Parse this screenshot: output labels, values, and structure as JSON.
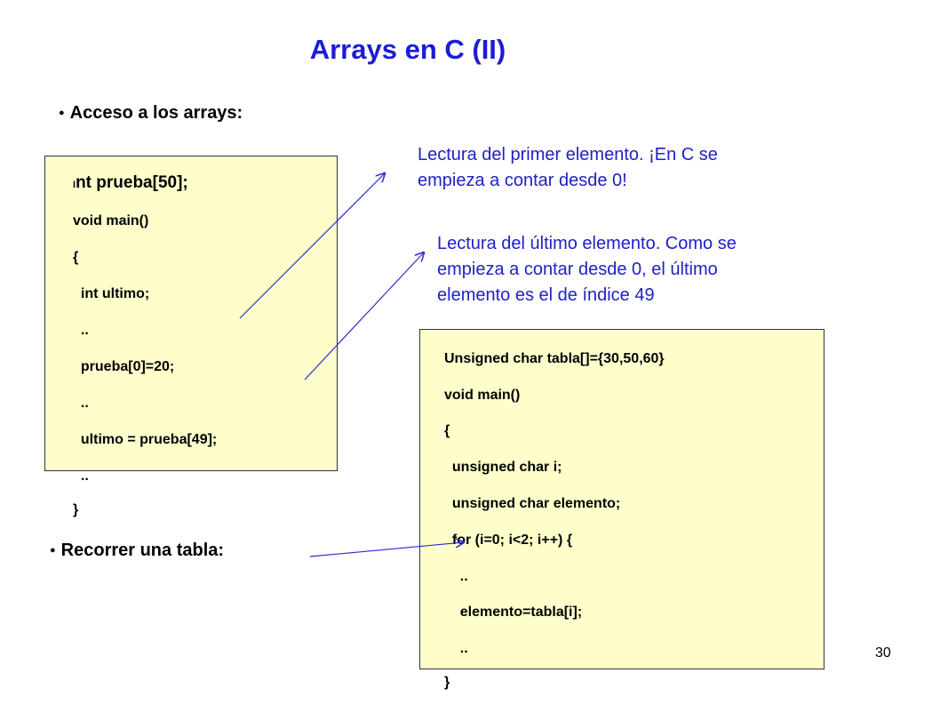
{
  "slide": {
    "title": "Arrays en C (II)",
    "page_number": "30",
    "bullets": [
      {
        "text": "Acceso a los arrays:"
      },
      {
        "text": "Recorrer una tabla:"
      }
    ],
    "code_block_1": [
      "Int prueba[50];",
      "void main()",
      "{",
      "  int ultimo;",
      "  ..",
      "  prueba[0]=20;",
      "  ..",
      "  ultimo = prueba[49];",
      "  ..",
      "}"
    ],
    "code_block_2": [
      "Unsigned char tabla[]={30,50,60}",
      "void main()",
      "{",
      "  unsigned char i;",
      "  unsigned char elemento;",
      "  for (i=0; i<2; i++) {",
      "    ..",
      "    elemento=tabla[i];",
      "    ..",
      "}"
    ],
    "notes": [
      {
        "lines": [
          "Lectura del primer elemento. ¡En C se",
          "empieza a contar desde 0!"
        ]
      },
      {
        "lines": [
          "Lectura del último elemento. Como se",
          "empieza a contar desde 0, el último",
          "elemento es el de índice 49"
        ]
      }
    ],
    "colors": {
      "title": "#1c1cd6",
      "note_text": "#2020c8",
      "arrow": "#2a2ad0",
      "code_bg": "#ffffcc"
    }
  }
}
